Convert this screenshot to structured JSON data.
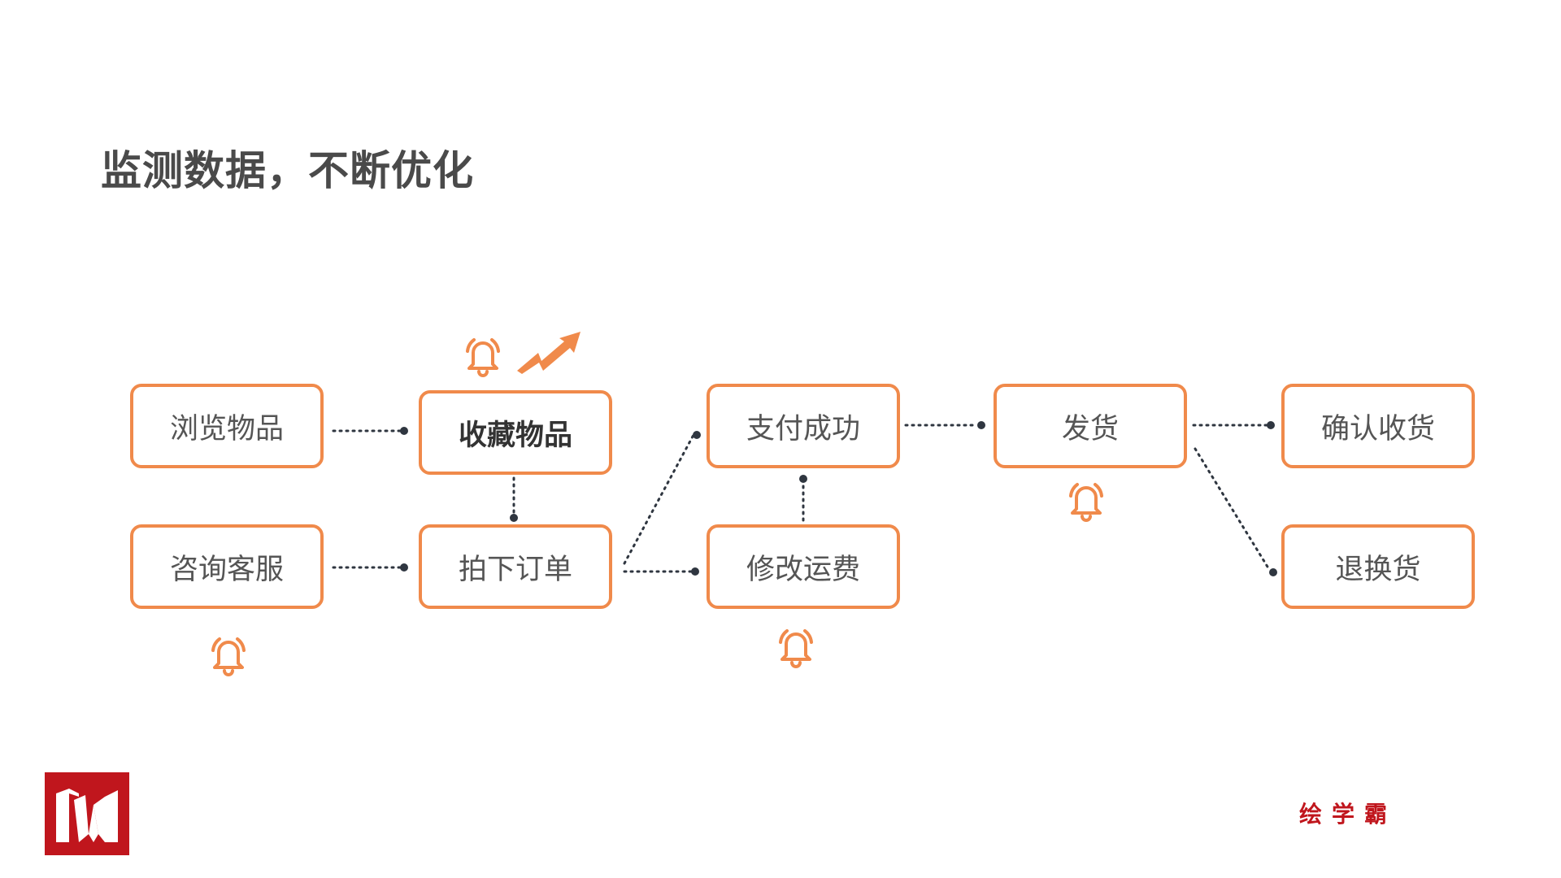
{
  "title": "监测数据，不断优化",
  "nodes": {
    "browse": "浏览物品",
    "favorite": "收藏物品",
    "consult": "咨询客服",
    "order": "拍下订单",
    "pay": "支付成功",
    "shipping_fee": "修改运费",
    "ship": "发货",
    "confirm": "确认收货",
    "return": "退换货"
  },
  "brand": {
    "text": "绘学霸",
    "color": "#c0161d"
  },
  "colors": {
    "accent": "#f08a4b",
    "connector": "#2f3640",
    "logo": "#c0161d"
  },
  "icons": [
    "bell-icon",
    "trend-up-icon",
    "logo-icon"
  ]
}
